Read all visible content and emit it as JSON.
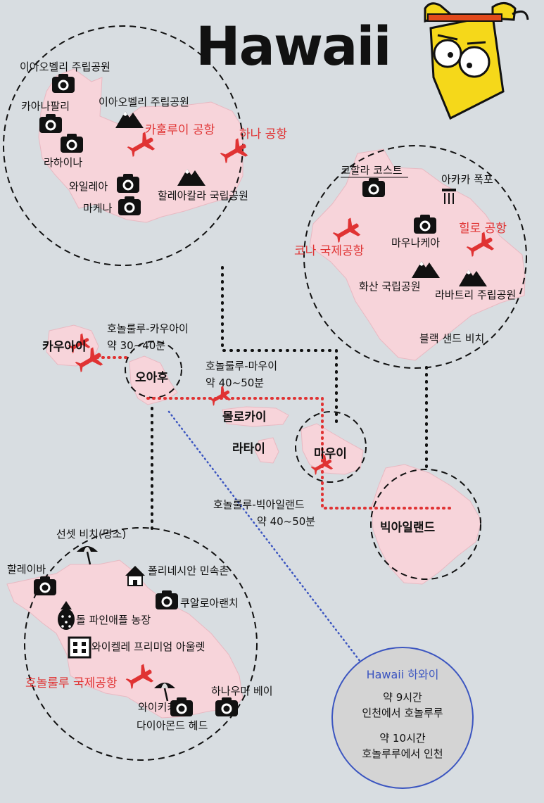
{
  "title": "Hawaii",
  "islands": {
    "kauai": "카우아이",
    "oahu": "오아후",
    "molokai": "몰로카이",
    "lanai": "라타이",
    "maui": "마우이",
    "big_island": "빅아일랜드"
  },
  "routes": [
    {
      "line1": "호놀룰루-카우아이",
      "line2": "약 30~40분"
    },
    {
      "line1": "호놀룰루-마우이",
      "line2": "약 40~50분"
    },
    {
      "line1": "호놀룰루-빅아일랜드",
      "line2": "약 40~50분"
    }
  ],
  "maui_places": [
    {
      "label": "이아오벨리 주립공원",
      "icon": "camera-icon"
    },
    {
      "label": "카아나팔리",
      "icon": "camera-icon"
    },
    {
      "label": "이아오벨리 주립공원",
      "icon": "mountain-icon"
    },
    {
      "label": "라하이나",
      "icon": "camera-icon"
    },
    {
      "label": "와일레아",
      "icon": "camera-icon"
    },
    {
      "label": "마케나",
      "icon": "camera-icon"
    },
    {
      "label": "할레아칼라 국립공원",
      "icon": "mountain-icon"
    },
    {
      "label": "카훌루이 공항",
      "icon": "airplane-icon"
    },
    {
      "label": "하나 공항",
      "icon": "airplane-icon"
    }
  ],
  "big_island_places": [
    {
      "label": "코할라 코스트",
      "icon": "camera-icon"
    },
    {
      "label": "아카카 폭포",
      "icon": "waterfall-icon"
    },
    {
      "label": "코나 국제공항",
      "icon": "airplane-icon"
    },
    {
      "label": "마우나케아",
      "icon": "camera-icon"
    },
    {
      "label": "힐로 공항",
      "icon": "airplane-icon"
    },
    {
      "label": "화산 국립공원",
      "icon": "mountain-icon"
    },
    {
      "label": "라바트리 주립공원",
      "icon": "mountain-icon"
    },
    {
      "label": "블랙 샌드 비치",
      "icon": ""
    }
  ],
  "oahu_places": [
    {
      "label": "선셋 비치(명소)",
      "icon": "umbrella-icon"
    },
    {
      "label": "할레이바",
      "icon": "camera-icon"
    },
    {
      "label": "폴리네시안 민속촌",
      "icon": "hut-icon"
    },
    {
      "label": "돌 파인애플 농장",
      "icon": "pineapple-icon"
    },
    {
      "label": "쿠알로아랜치",
      "icon": "camera-icon"
    },
    {
      "label": "와이켈레 프리미엄 아울렛",
      "icon": "building-icon"
    },
    {
      "label": "호놀룰루 국제공항",
      "icon": "airplane-icon"
    },
    {
      "label": "와이키키",
      "icon": "umbrella-icon"
    },
    {
      "label": "하나우마 베이",
      "icon": "camera-icon"
    },
    {
      "label": "다이아몬드 헤드",
      "icon": "camera-icon"
    }
  ],
  "info": {
    "title": "Hawaii 하와이",
    "line1": "약 9시간",
    "line2": "인천에서 호놀루루",
    "line3": "약 10시간",
    "line4": "호놀루루에서 인천"
  },
  "colors": {
    "background": "#d8dde1",
    "island": "#f7d4da",
    "accent_red": "#e03333",
    "route_red": "#e03333",
    "info_blue": "#3b55c0",
    "info_bg": "#d4d4d4",
    "character_yellow": "#f5d81a"
  }
}
